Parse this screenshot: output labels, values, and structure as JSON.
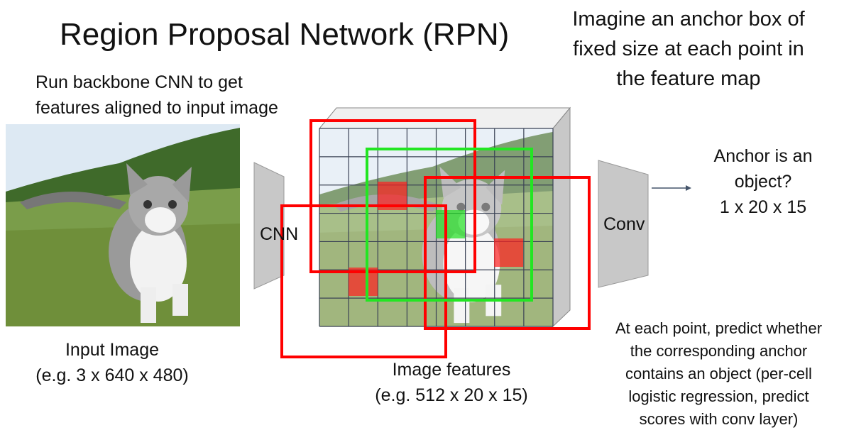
{
  "title": "Region Proposal Network (RPN)",
  "anchor_note": [
    "Imagine an anchor box of",
    "fixed size at each point in",
    "the feature map"
  ],
  "backbone_note": [
    "Run backbone CNN to get",
    "features aligned to input image"
  ],
  "input_image": {
    "label": "Input Image",
    "shape": "(e.g. 3 x 640 x 480)"
  },
  "cnn_label": "CNN",
  "conv_label": "Conv",
  "features": {
    "label": "Image features",
    "shape": "(e.g. 512 x 20 x 15)",
    "grid_cols": 8,
    "grid_rows": 7
  },
  "output": [
    "Anchor is an",
    "object?",
    "1 x 20 x 15"
  ],
  "prediction_note": [
    "At each point, predict whether",
    "the corresponding anchor",
    "contains an object (per-cell",
    "logistic regression, predict",
    "scores with conv layer)"
  ],
  "colors": {
    "anchor_red": "#ff0000",
    "anchor_green": "#22e622",
    "block_gray": "#c8c8c8"
  }
}
